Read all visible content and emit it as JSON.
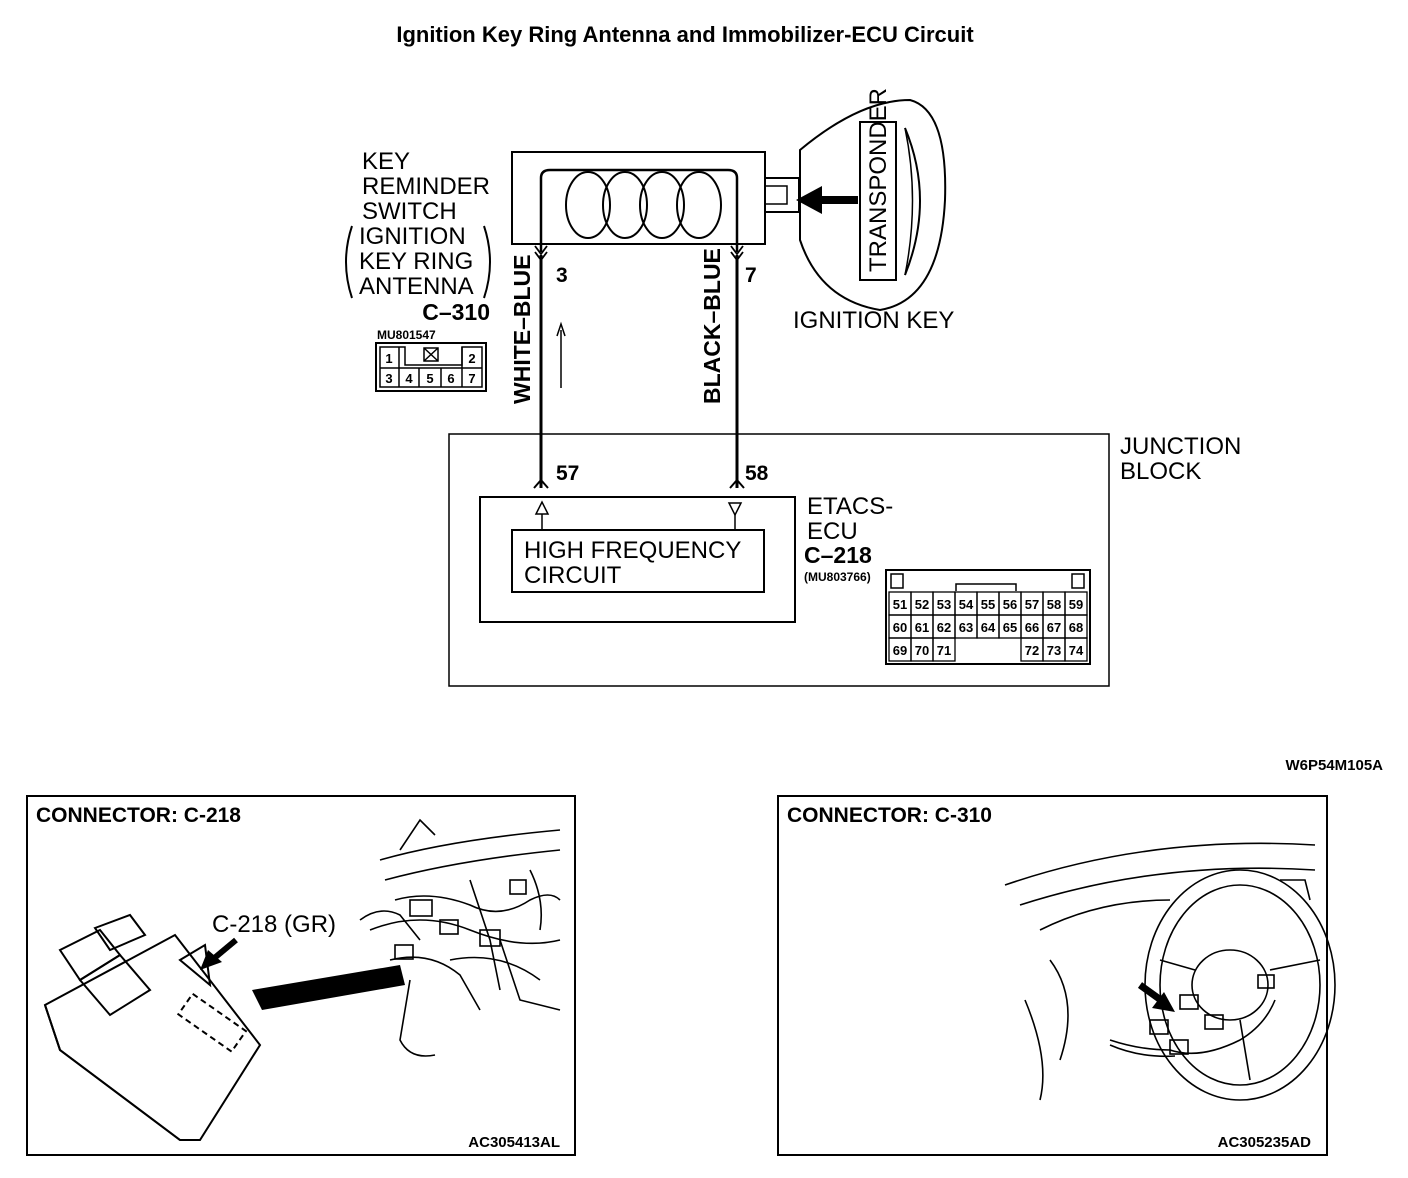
{
  "title": "Ignition Key Ring Antenna and Immobilizer-ECU Circuit",
  "antenna": {
    "lines": [
      "KEY",
      "REMINDER",
      "SWITCH",
      "IGNITION",
      "KEY RING",
      "ANTENNA"
    ],
    "connector": "C–310",
    "part_no": "MU801547",
    "pins_row1": [
      "1",
      "2"
    ],
    "pins_row2": [
      "3",
      "4",
      "5",
      "6",
      "7"
    ]
  },
  "key": {
    "transponder": "TRANSPONDER",
    "label": "IGNITION KEY"
  },
  "wires": {
    "left": {
      "color": "WHITE–BLUE",
      "pin_top": "3",
      "pin_bottom": "57"
    },
    "right": {
      "color": "BLACK–BLUE",
      "pin_top": "7",
      "pin_bottom": "58"
    }
  },
  "junction_block": {
    "line1": "JUNCTION",
    "line2": "BLOCK"
  },
  "ecu": {
    "line1": "ETACS-",
    "line2": "ECU",
    "connector": "C–218",
    "part_no": "(MU803766)",
    "circuit_line1": "HIGH FREQUENCY",
    "circuit_line2": "CIRCUIT",
    "pins_row1": [
      "51",
      "52",
      "53",
      "54",
      "55",
      "56",
      "57",
      "58",
      "59"
    ],
    "pins_row2": [
      "60",
      "61",
      "62",
      "63",
      "64",
      "65",
      "66",
      "67",
      "68"
    ],
    "pins_row3a": [
      "69",
      "70",
      "71"
    ],
    "pins_row3b": [
      "72",
      "73",
      "74"
    ]
  },
  "figure_code": "W6P54M105A",
  "panel_left": {
    "title": "CONNECTOR: C-218",
    "callout": "C-218 (GR)",
    "code": "AC305413AL"
  },
  "panel_right": {
    "title": "CONNECTOR: C-310",
    "code": "AC305235AD"
  }
}
